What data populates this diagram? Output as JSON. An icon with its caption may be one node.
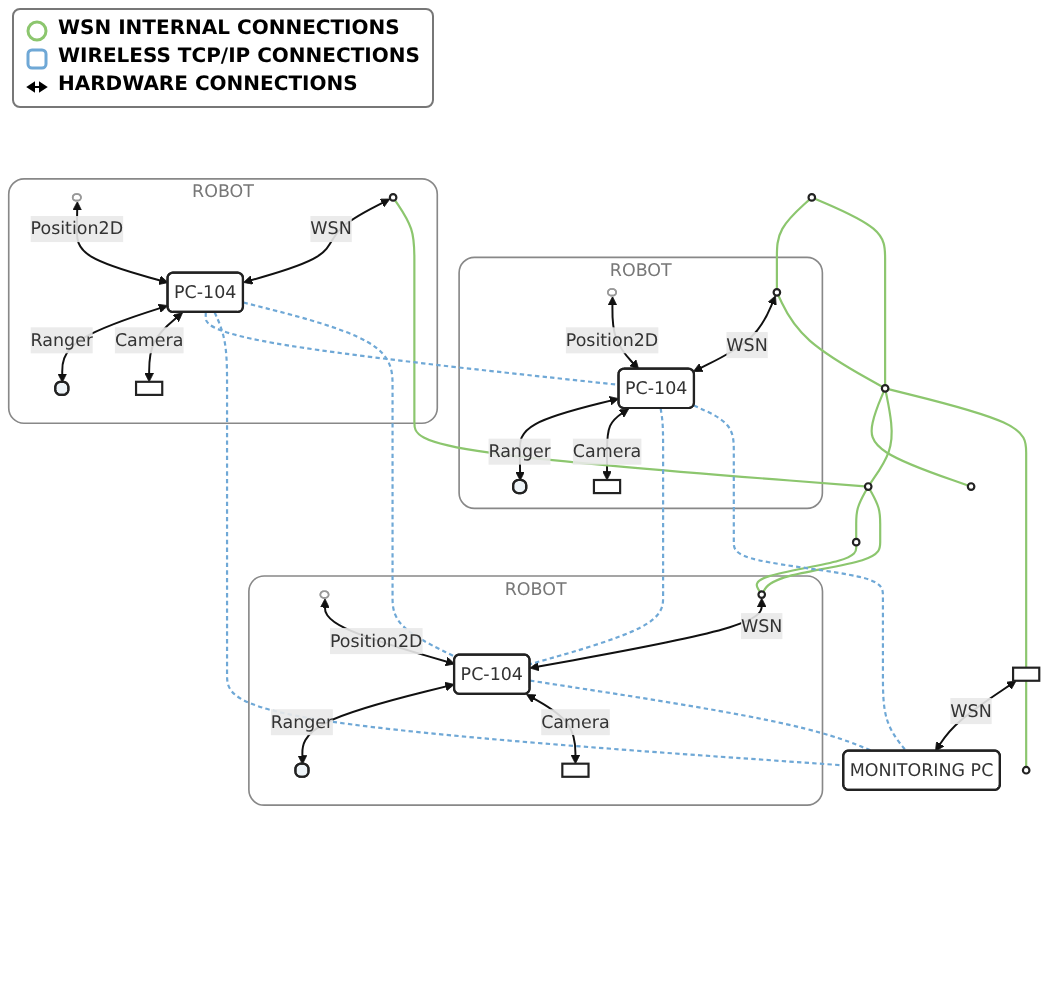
{
  "diagram": {
    "nodes": [
      {
        "text": [
          "ROBOT"
        ]
      },
      {
        "text": [],
        "shape": "box",
        "in": 0
      },
      {
        "text": [
          "PC-104"
        ],
        "in": 0
      },
      {
        "text": [],
        "shape": "circle",
        "in": 0
      },
      {
        "text": [],
        "shape": "box",
        "in": 0
      },
      {
        "text": [],
        "shape": "box",
        "in": 0
      },
      {
        "text": [
          "ROBOT"
        ]
      },
      {
        "text": [],
        "shape": "box",
        "in": 6
      },
      {
        "text": [
          "PC-104"
        ],
        "in": 6
      },
      {
        "text": [],
        "shape": "circle",
        "in": 6
      },
      {
        "text": [],
        "shape": "box",
        "in": 6
      },
      {
        "text": [],
        "shape": "box",
        "in": 6
      },
      {
        "text": [
          "ROBOT"
        ]
      },
      {
        "text": [],
        "shape": "box",
        "in": 12
      },
      {
        "text": [
          "PC-104"
        ],
        "in": 12
      },
      {
        "text": [],
        "shape": "circle",
        "in": 12
      },
      {
        "text": [],
        "shape": "box",
        "in": 12
      },
      {
        "text": [],
        "shape": "box",
        "in": 12
      },
      {
        "text": [],
        "shape": "circle"
      },
      {
        "text": [],
        "shape": "circle"
      },
      {
        "text": [],
        "shape": "circle"
      },
      {
        "text": [],
        "shape": "circle"
      },
      {
        "text": [],
        "shape": "circle"
      },
      {
        "text": [],
        "shape": "box"
      },
      {
        "text": [],
        "shape": "circle"
      },
      {
        "text": [
          "MONITORING PC"
        ]
      }
    ],
    "edges": [
      {
        "from": 1,
        "to": 2,
        "arrow": "both",
        "label": "Position2D"
      },
      {
        "from": 3,
        "to": 2,
        "arrow": "both",
        "label": "WSN"
      },
      {
        "from": 2,
        "to": 4,
        "arrow": "both",
        "label": "Ranger"
      },
      {
        "from": 2,
        "to": 5,
        "arrow": "both",
        "label": "Camera"
      },
      {
        "from": 7,
        "to": 8,
        "arrow": "both",
        "label": "Position2D"
      },
      {
        "from": 9,
        "to": 8,
        "arrow": "both",
        "label": "WSN"
      },
      {
        "from": 8,
        "to": 10,
        "arrow": "both",
        "label": "Ranger"
      },
      {
        "from": 8,
        "to": 11,
        "arrow": "both",
        "label": "Camera"
      },
      {
        "from": 13,
        "to": 14,
        "arrow": "both",
        "label": "Position2D"
      },
      {
        "from": 15,
        "to": 14,
        "arrow": "both",
        "label": "WSN"
      },
      {
        "from": 14,
        "to": 16,
        "arrow": "both",
        "label": "Ranger"
      },
      {
        "from": 14,
        "to": 17,
        "arrow": "both",
        "label": "Camera"
      },
      {
        "from": 23,
        "to": 25,
        "arrow": "both",
        "label": "WSN"
      },
      {
        "from": 18,
        "to": 3,
        "arrow": "none",
        "color": "#8cc66e"
      },
      {
        "from": 18,
        "to": 20,
        "arrow": "none",
        "color": "#8cc66e"
      },
      {
        "from": 3,
        "to": 20,
        "arrow": "none",
        "color": "#8cc66e"
      },
      {
        "from": 20,
        "to": 19,
        "arrow": "none",
        "color": "#8cc66e"
      },
      {
        "from": 9,
        "to": 21,
        "arrow": "none",
        "color": "#8cc66e"
      },
      {
        "from": 20,
        "to": 21,
        "arrow": "none",
        "color": "#8cc66e"
      },
      {
        "from": 20,
        "to": 23,
        "arrow": "none",
        "color": "#8cc66e"
      },
      {
        "from": 23,
        "to": 24,
        "arrow": "none",
        "color": "#8cc66e"
      },
      {
        "from": 21,
        "to": 22,
        "arrow": "none",
        "color": "#8cc66e"
      },
      {
        "from": 21,
        "to": 15,
        "arrow": "none",
        "color": "#8cc66e"
      },
      {
        "from": 22,
        "to": 15,
        "arrow": "none",
        "color": "#8cc66e"
      },
      {
        "from": 8,
        "to": 2,
        "arrow": "none",
        "style": "dashed",
        "color": "#6fa8d6"
      },
      {
        "from": 8,
        "to": 25,
        "arrow": "none",
        "style": "dashed",
        "color": "#6fa8d6"
      },
      {
        "from": 8,
        "to": 14,
        "arrow": "none",
        "style": "dashed",
        "color": "#6fa8d6"
      },
      {
        "from": 2,
        "to": 14,
        "arrow": "none",
        "style": "dashed",
        "color": "#6fa8d6"
      },
      {
        "from": 2,
        "to": 25,
        "arrow": "none",
        "style": "dashed",
        "color": "#6fa8d6"
      },
      {
        "from": 14,
        "to": 25,
        "arrow": "none",
        "style": "dashed",
        "color": "#6fa8d6"
      }
    ],
    "legend": [
      {
        "text": "WSN INTERNAL CONNECTIONS"
      },
      {
        "text": "WIRELESS TCP/IP CONNECTIONS"
      },
      {
        "text": "HARDWARE CONNECTIONS"
      }
    ]
  }
}
